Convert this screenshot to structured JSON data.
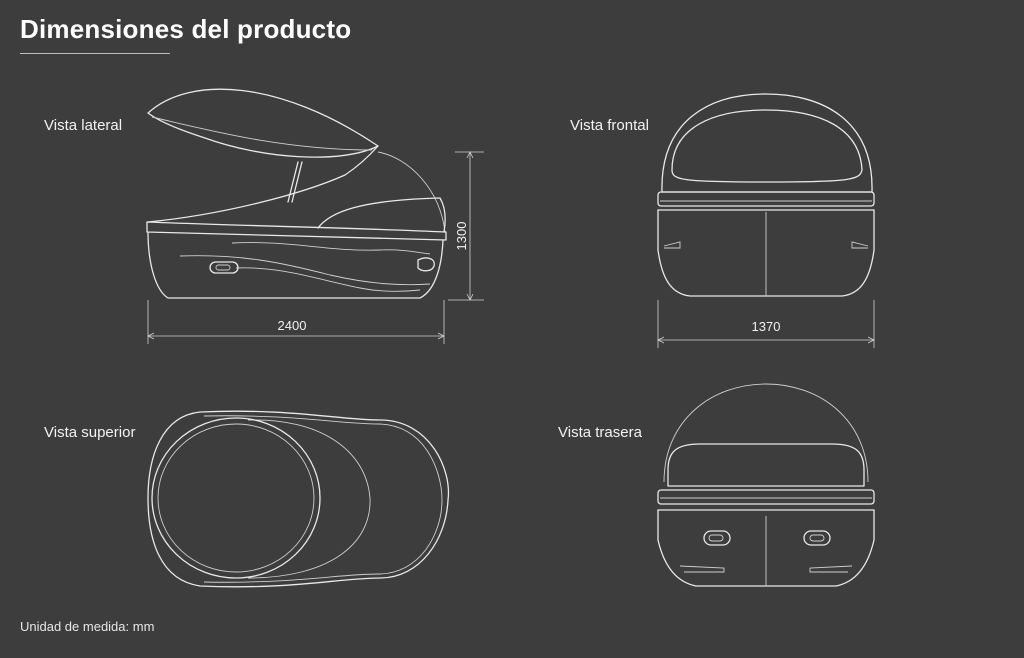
{
  "title": "Dimensiones del producto",
  "views": {
    "side": "Vista lateral",
    "front": "Vista frontal",
    "top": "Vista superior",
    "rear": "Vista trasera"
  },
  "dimensions": {
    "length": "2400",
    "height": "1300",
    "width": "1370"
  },
  "footer": "Unidad de medida: mm"
}
